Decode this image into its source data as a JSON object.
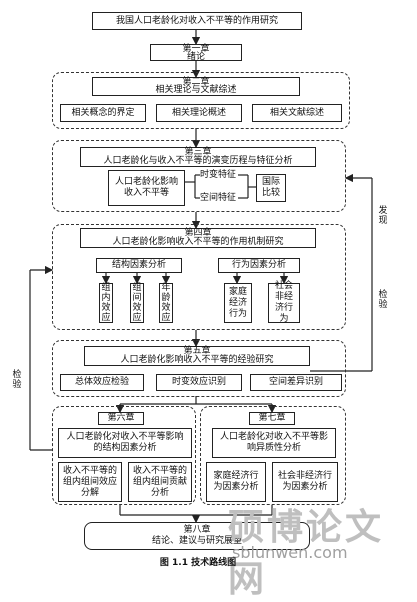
{
  "title": "我国人口老龄化对收入不平等的作用研究",
  "ch1": {
    "label": "第一章",
    "text": "绪论"
  },
  "ch2": {
    "label": "第二章",
    "text": "相关理论与文献综述",
    "items": [
      "相关概念的界定",
      "相关理论概述",
      "相关文献综述"
    ]
  },
  "ch3": {
    "label": "第三章",
    "text": "人口老龄化与收入不平等的演变历程与特征分析",
    "left_box": "人口老龄化影响收入不平等",
    "time": "时变特征",
    "space": "空间特征",
    "intl": "国际比较"
  },
  "ch4": {
    "label": "第四章",
    "text": "人口老龄化影响收入不平等的作用机制研究",
    "structural": "结构因素分析",
    "behavioral": "行为因素分析",
    "s_items": [
      "组内效应",
      "组间效应",
      "年龄效应"
    ],
    "b_items": [
      "家庭经济行为",
      "社会非经济行为"
    ]
  },
  "ch5": {
    "label": "第五章",
    "text": "人口老龄化影响收入不平等的经验研究",
    "items": [
      "总体效应检验",
      "时变效应识别",
      "空间差异识别"
    ]
  },
  "ch6": {
    "label": "第六章",
    "text": "人口老龄化对收入不平等影响的结构因素分析",
    "items": [
      "收入不平等的组内组间效应分解",
      "收入不平等的组内组间贡献分析"
    ]
  },
  "ch7": {
    "label": "第七章",
    "text": "人口老龄化对收入不平等影响异质性分析",
    "items": [
      "家庭经济行为因素分析",
      "社会非经济行为因素分析"
    ]
  },
  "ch8": {
    "label": "第八章",
    "text": "结论、建议与研究展望"
  },
  "side_right": [
    "发现",
    "检验"
  ],
  "side_left": "检验",
  "caption": "图 1.1 技术路线图",
  "watermark": {
    "cn": "硕博论文网",
    "url": "sblunwen.com"
  }
}
